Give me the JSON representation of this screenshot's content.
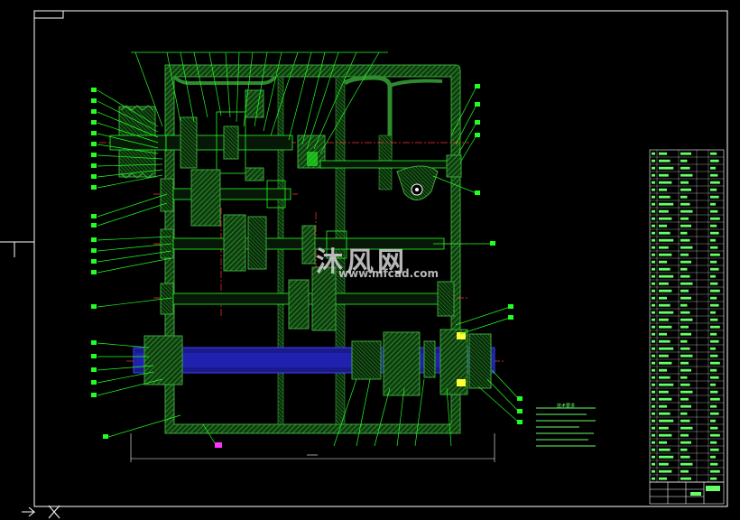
{
  "drawing": {
    "watermark": {
      "brand": "沐风网",
      "url": "www.mfcad.com"
    },
    "notes_title": "技术要求",
    "colors": {
      "background": "#000000",
      "frame": "#ffffff",
      "housing": "#2e8b2e",
      "leader": "#22ff22",
      "centerline": "#ff3333",
      "shaft": "#4040ff",
      "text": "#66ff66"
    }
  }
}
